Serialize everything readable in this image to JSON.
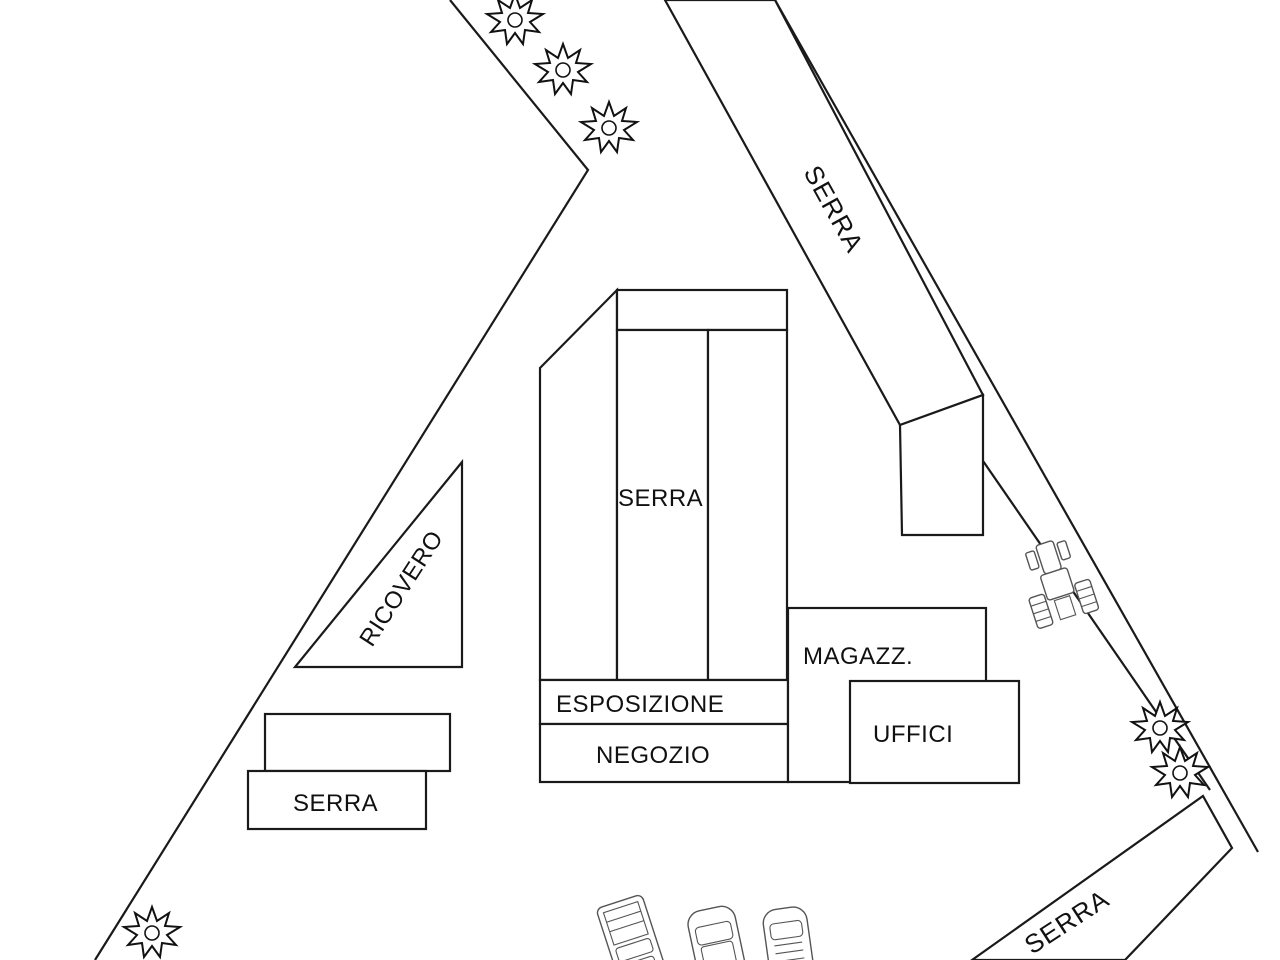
{
  "labels": {
    "serra_ne": "SERRA",
    "serra_center": "SERRA",
    "ricovero": "RICOVERO",
    "magazzino": "MAGAZZ.",
    "esposizione": "ESPOSIZIONE",
    "negozio": "NEGOZIO",
    "uffici": "UFFICI",
    "serra_sw": "SERRA",
    "serra_se": "SERRA"
  }
}
